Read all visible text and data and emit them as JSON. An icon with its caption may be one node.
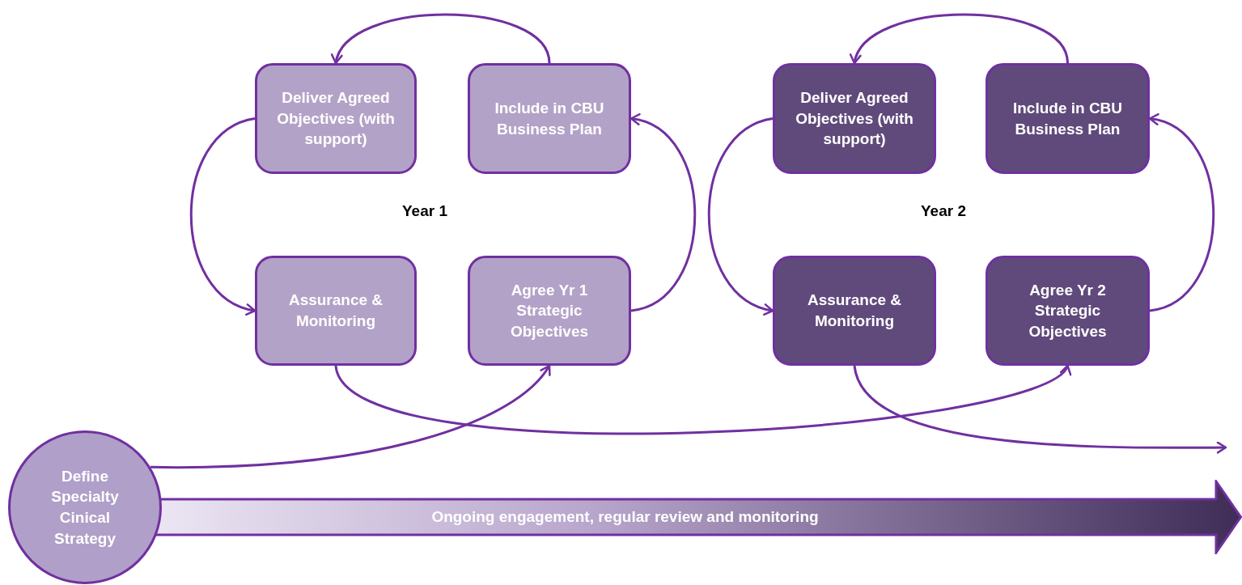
{
  "diagram": {
    "nodes": [
      {
        "text": [
          "Deliver Agreed Objectives (with support)"
        ]
      },
      {
        "text": [
          "Include in CBU Business Plan"
        ]
      },
      {
        "text": [
          "Assurance & Monitoring"
        ]
      },
      {
        "text": [
          "Agree Yr 1 Strategic Objectives"
        ]
      },
      {
        "text": [
          "Deliver Agreed Objectives (with support)"
        ]
      },
      {
        "text": [
          "Include in CBU Business Plan"
        ]
      },
      {
        "text": [
          "Assurance & Monitoring"
        ]
      },
      {
        "text": [
          "Agree Yr 2 Strategic Objectives"
        ]
      },
      {
        "text": [
          "Define Specialty Cinical Strategy"
        ]
      },
      {
        "text": [
          "Ongoing engagement, regular review and monitoring"
        ]
      }
    ],
    "edges": [
      {
        "from": 1,
        "to": 0,
        "arrow": "to"
      },
      {
        "from": 0,
        "to": 2,
        "arrow": "to"
      },
      {
        "from": 3,
        "to": 1,
        "arrow": "to"
      },
      {
        "from": 8,
        "to": 3,
        "arrow": "to"
      },
      {
        "from": 2,
        "to": 7,
        "arrow": "to"
      },
      {
        "from": 6,
        "to": null,
        "arrow": "to"
      },
      {
        "from": 5,
        "to": 4,
        "arrow": "to"
      },
      {
        "from": 4,
        "to": 6,
        "arrow": "to"
      },
      {
        "from": 7,
        "to": 5,
        "arrow": "to"
      }
    ],
    "labels": [
      "Year 1",
      "Year 2"
    ]
  }
}
